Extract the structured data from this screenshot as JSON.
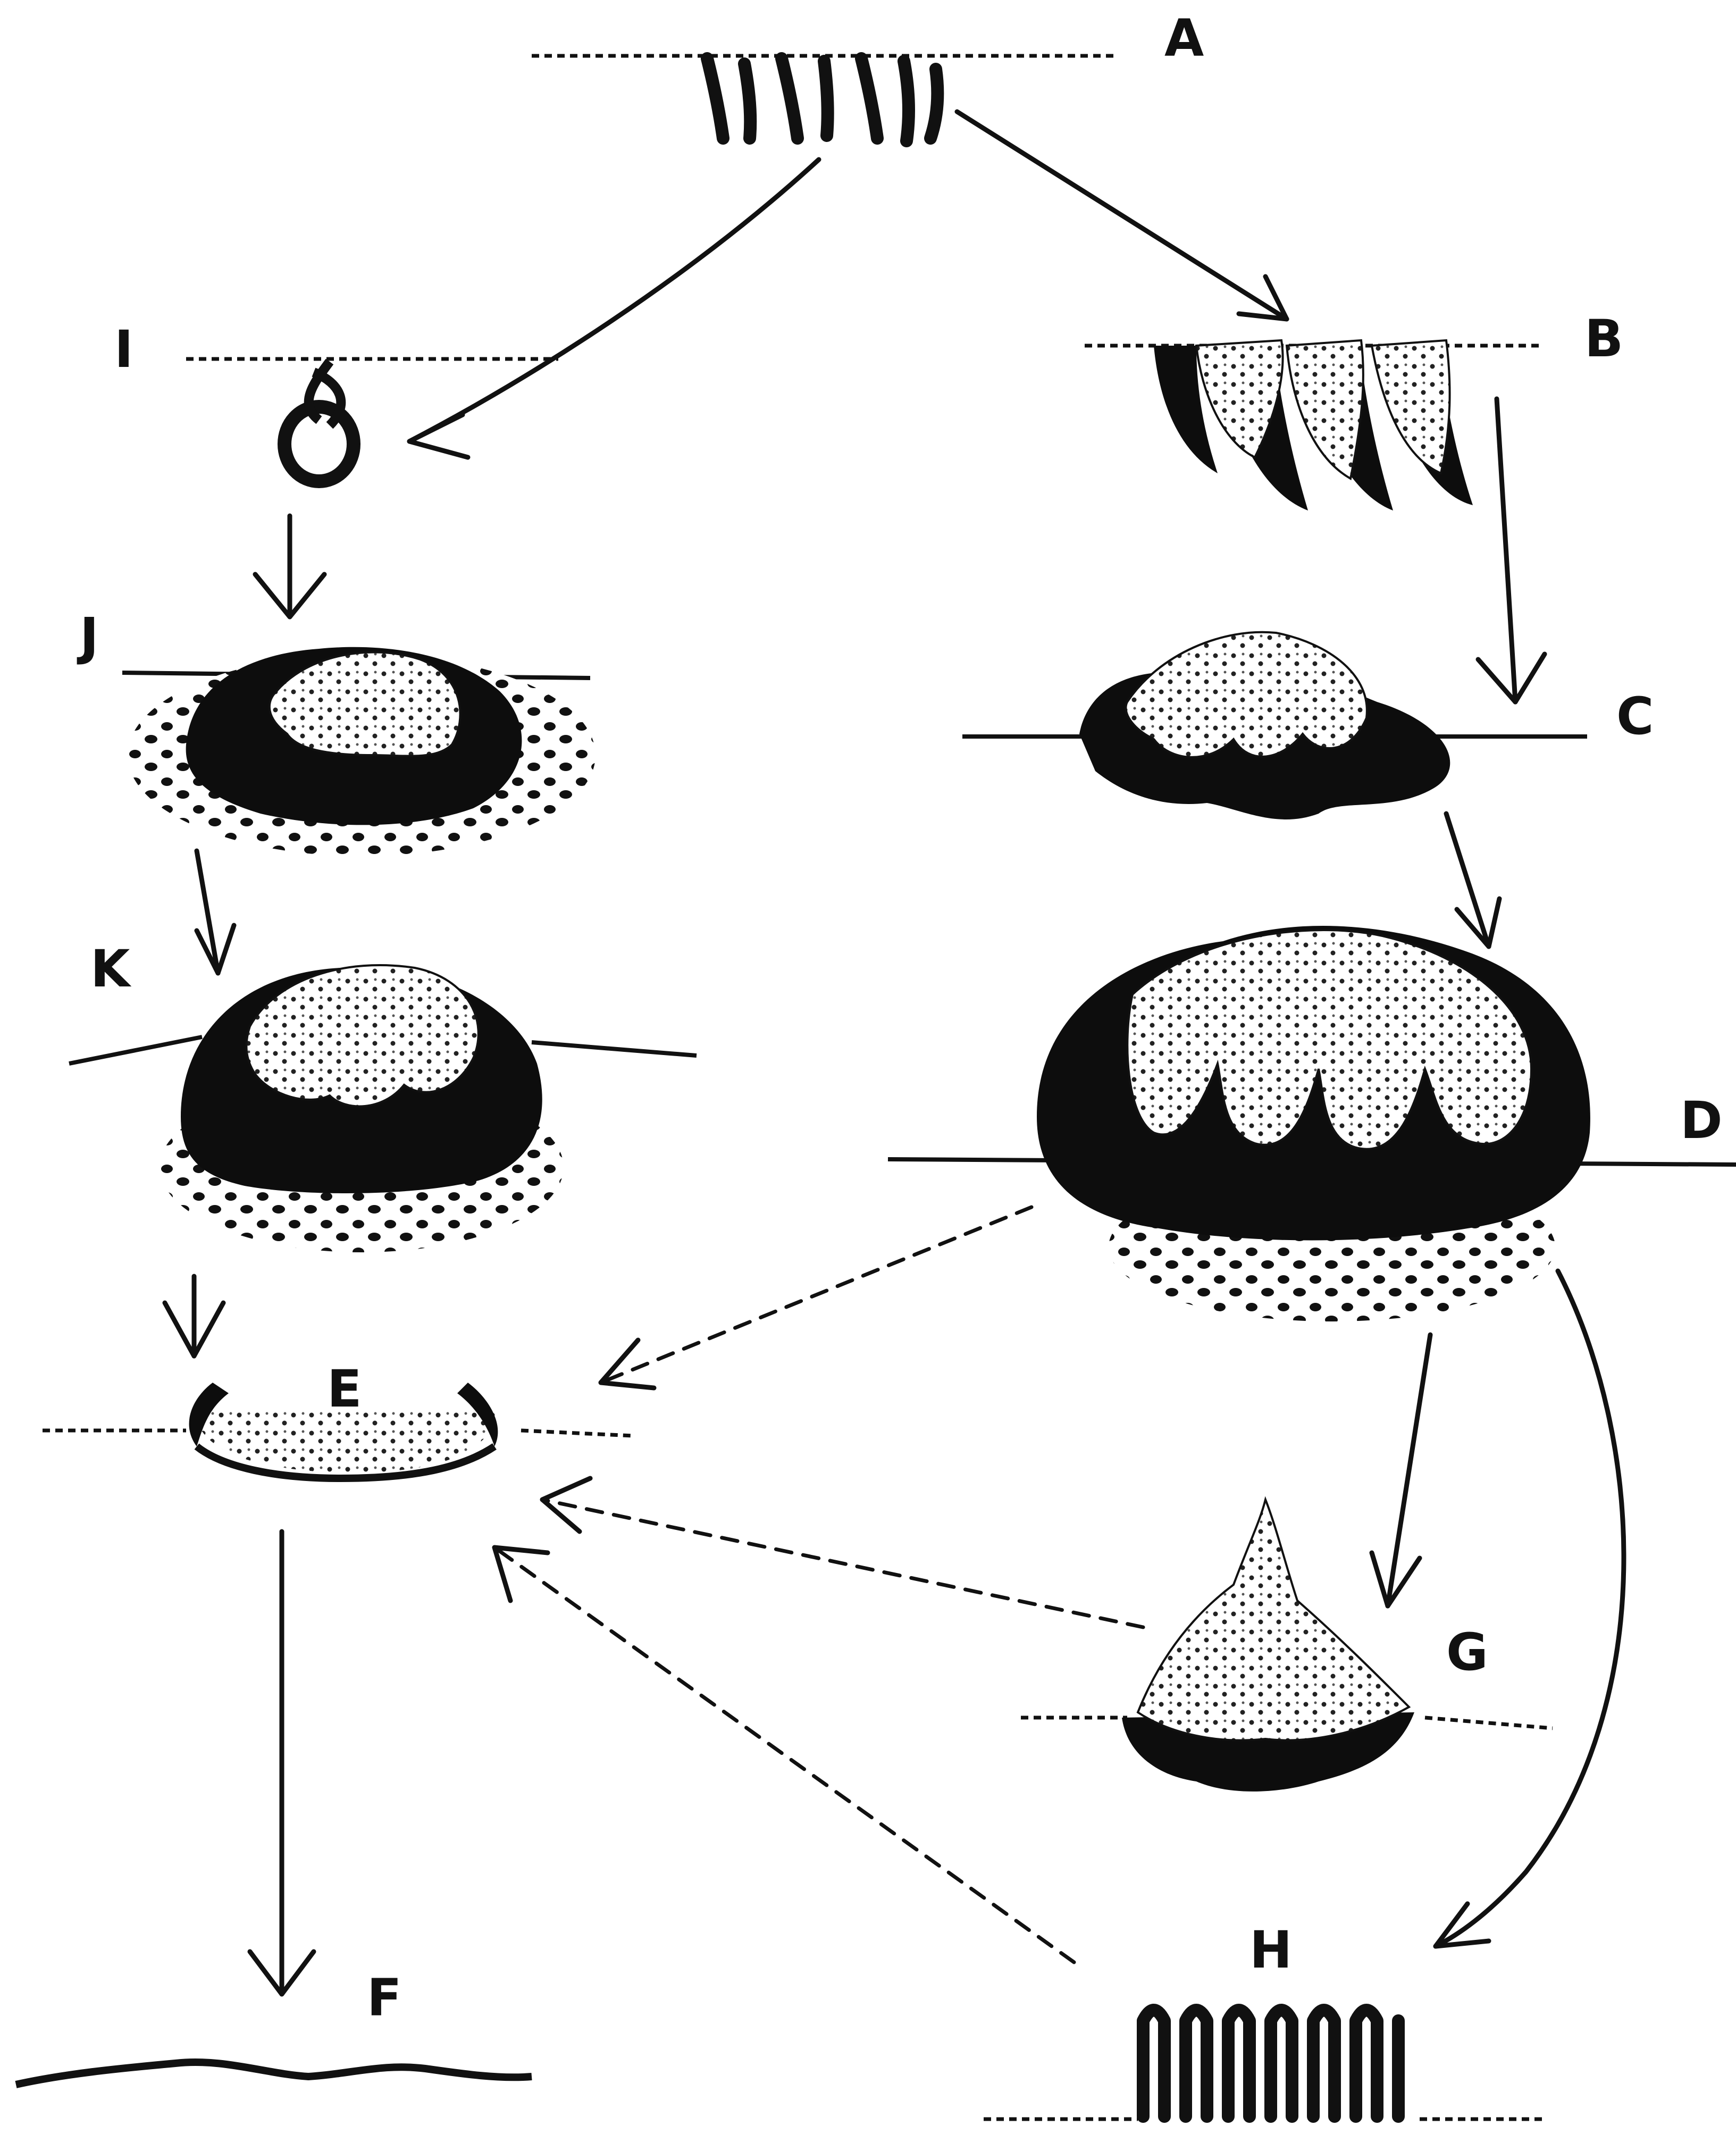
{
  "diagram": {
    "nodes": [
      {
        "id": "A",
        "label": "A"
      },
      {
        "id": "B",
        "label": "B"
      },
      {
        "id": "C",
        "label": "C"
      },
      {
        "id": "D",
        "label": "D"
      },
      {
        "id": "E",
        "label": "E"
      },
      {
        "id": "F",
        "label": "F"
      },
      {
        "id": "G",
        "label": "G"
      },
      {
        "id": "H",
        "label": "H"
      },
      {
        "id": "I",
        "label": "I"
      },
      {
        "id": "J",
        "label": "J"
      },
      {
        "id": "K",
        "label": "K"
      }
    ],
    "edges": [
      {
        "from": "A",
        "to": "B",
        "style": "solid"
      },
      {
        "from": "A",
        "to": "I",
        "style": "solid"
      },
      {
        "from": "B",
        "to": "C",
        "style": "solid"
      },
      {
        "from": "C",
        "to": "D",
        "style": "solid"
      },
      {
        "from": "D",
        "to": "G",
        "style": "solid"
      },
      {
        "from": "D",
        "to": "H",
        "style": "solid"
      },
      {
        "from": "D",
        "to": "E",
        "style": "dashed"
      },
      {
        "from": "G",
        "to": "E",
        "style": "dashed"
      },
      {
        "from": "H",
        "to": "E",
        "style": "dashed"
      },
      {
        "from": "I",
        "to": "J",
        "style": "solid"
      },
      {
        "from": "J",
        "to": "K",
        "style": "solid"
      },
      {
        "from": "K",
        "to": "E",
        "style": "solid"
      },
      {
        "from": "E",
        "to": "F",
        "style": "solid"
      }
    ]
  }
}
